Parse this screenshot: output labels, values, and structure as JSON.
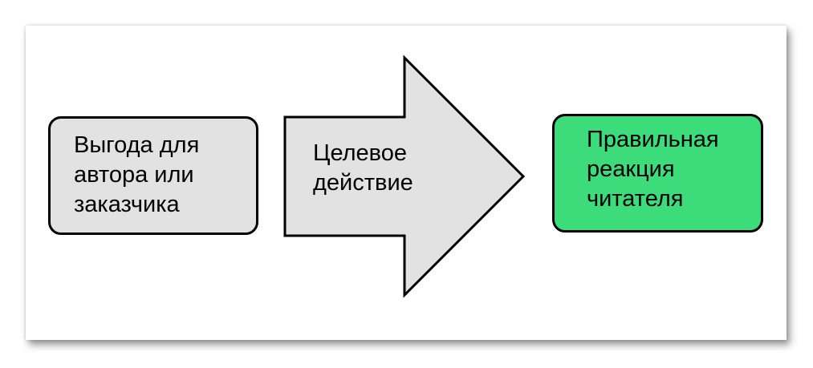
{
  "diagram": {
    "left_box": {
      "text": "Выгода для\nавтора или\nзаказчика",
      "fill": "#e2e2e2"
    },
    "arrow": {
      "text": "Целевое\nдействие",
      "fill": "#e2e2e2"
    },
    "right_box": {
      "text": "Правильная\nреакция\nчитателя",
      "fill": "#3ddc7a"
    },
    "border_color": "#000000"
  }
}
